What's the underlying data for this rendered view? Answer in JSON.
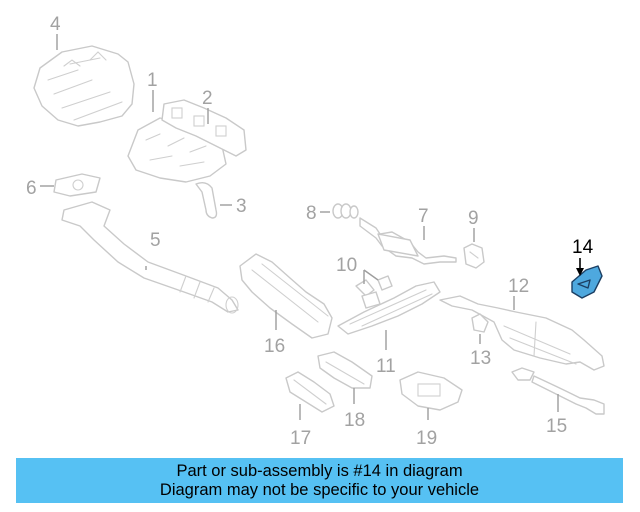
{
  "diagram": {
    "callouts": [
      "1",
      "2",
      "3",
      "4",
      "5",
      "6",
      "7",
      "8",
      "9",
      "10",
      "11",
      "12",
      "13",
      "14",
      "15",
      "16",
      "17",
      "18",
      "19"
    ],
    "highlighted_callout": "14",
    "highlight_color": "#4ea8de",
    "line_color": "#c9c9c9"
  },
  "banner": {
    "line1": "Part or sub-assembly is #14 in diagram",
    "line2": "Diagram may not be specific to your vehicle",
    "background": "#56c1f3"
  }
}
